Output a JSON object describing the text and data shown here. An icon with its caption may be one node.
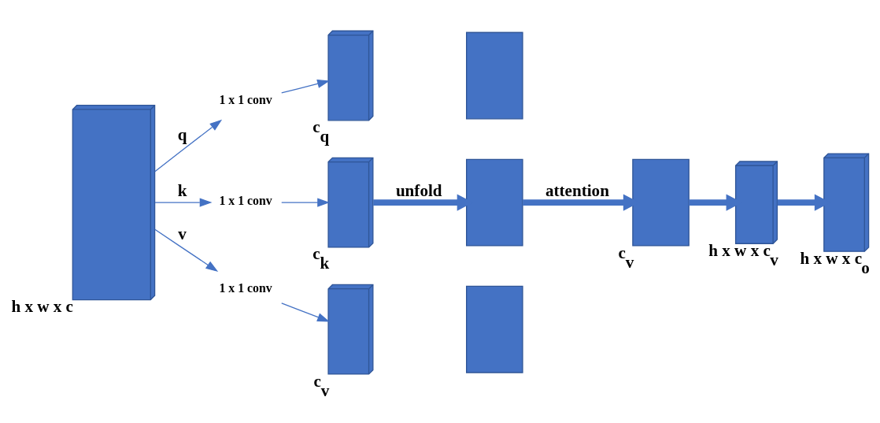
{
  "diagram": {
    "nodes": [
      {
        "text": [],
        "shape": "cube",
        "beside": [
          "h x w x c"
        ]
      },
      {
        "text": [
          "1 x 1 conv"
        ]
      },
      {
        "text": [
          "1 x 1 conv"
        ]
      },
      {
        "text": [
          "1 x 1 conv"
        ]
      },
      {
        "text": [],
        "shape": "cube",
        "beside": [
          "c$_{q}$"
        ]
      },
      {
        "text": [],
        "shape": "cube",
        "beside": [
          "c$_{k}$"
        ]
      },
      {
        "text": [],
        "shape": "cube",
        "beside": [
          "c$_{v}$"
        ]
      },
      {
        "text": [],
        "shape": "box"
      },
      {
        "text": [],
        "shape": "box"
      },
      {
        "text": [],
        "shape": "box"
      },
      {
        "text": [],
        "shape": "box",
        "beside": [
          "c$_{v}$"
        ]
      },
      {
        "text": [],
        "shape": "cube",
        "beside": [
          "h x w x c$_{v}$"
        ]
      },
      {
        "text": [],
        "shape": "cube",
        "beside": [
          "h x w x c$_{o}$"
        ]
      }
    ],
    "edges": [
      {
        "from": 0,
        "to": 1,
        "arrow": "to",
        "label": "q"
      },
      {
        "from": 0,
        "to": 2,
        "arrow": "to",
        "label": "k"
      },
      {
        "from": 0,
        "to": 3,
        "arrow": "to",
        "label": "v"
      },
      {
        "from": 1,
        "to": 4,
        "arrow": "to"
      },
      {
        "from": 2,
        "to": 5,
        "arrow": "to"
      },
      {
        "from": 3,
        "to": 6,
        "arrow": "to"
      },
      {
        "from": 5,
        "to": 8,
        "arrow": "to",
        "label": "unfold",
        "style": "thick"
      },
      {
        "from": 8,
        "to": 10,
        "arrow": "to",
        "label": "attention",
        "style": "thick"
      },
      {
        "from": 10,
        "to": 11,
        "arrow": "to",
        "style": "thick"
      },
      {
        "from": 11,
        "to": 12,
        "arrow": "to",
        "style": "thick"
      }
    ]
  }
}
